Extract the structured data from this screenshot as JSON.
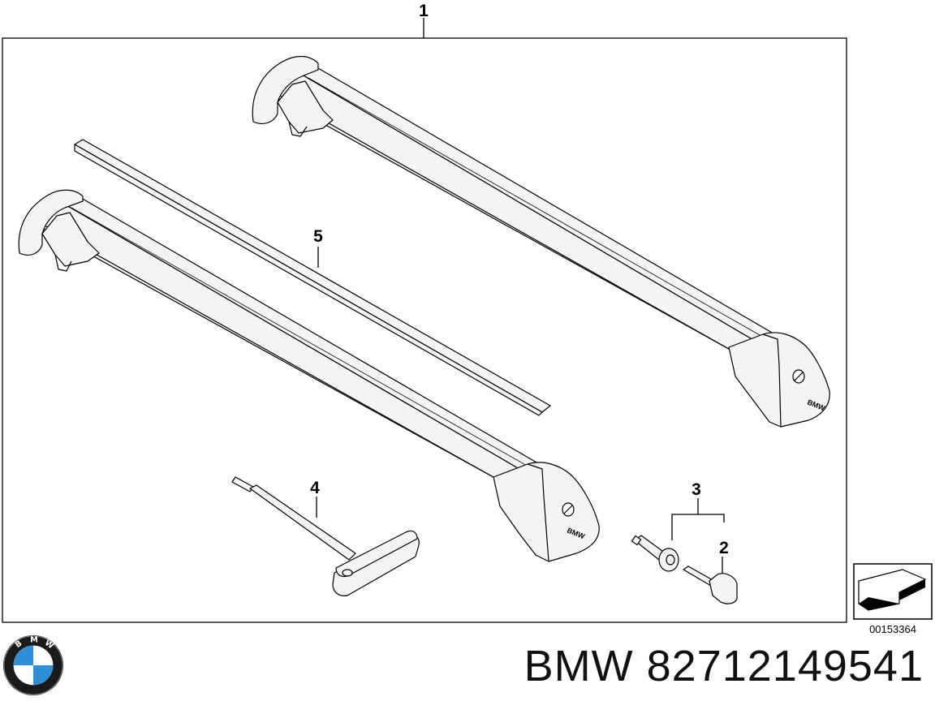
{
  "callouts": {
    "part1": "1",
    "part2": "2",
    "part3": "3",
    "part4": "4",
    "part5": "5"
  },
  "bar_badge_text": "BMW",
  "diagram_number": "00153364",
  "footer": {
    "brand": "BMW",
    "part_number": "82712149541",
    "logo_letters": [
      "B",
      "M",
      "W"
    ]
  },
  "icons": {
    "logo": "bmw-roundel-icon",
    "nav": "next-page-arrow-icon"
  },
  "colors": {
    "ink": "#000000",
    "bar_fill": "#f4f4f4",
    "logo_blue": "#2f8fd6",
    "logo_ring": "#1a1a1a"
  }
}
